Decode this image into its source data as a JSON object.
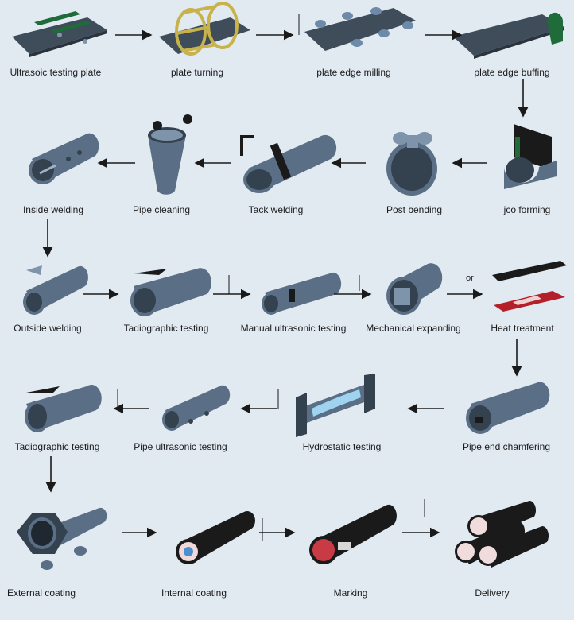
{
  "steps": [
    {
      "label": "Ultrasoic testing plate"
    },
    {
      "label": "plate turning"
    },
    {
      "label": "plate edge milling"
    },
    {
      "label": "plate edge buffing"
    },
    {
      "label": "jco forming"
    },
    {
      "label": "Post bending"
    },
    {
      "label": "Tack welding"
    },
    {
      "label": "Pipe cleaning"
    },
    {
      "label": "Inside welding"
    },
    {
      "label": "Outside welding"
    },
    {
      "label": "Tadiographic testing"
    },
    {
      "label": "Manual ultrasonic testing"
    },
    {
      "label": "Mechanical expanding"
    },
    {
      "label": "Heat treatment"
    },
    {
      "label": "Pipe end chamfering"
    },
    {
      "label": "Hydrostatic testing"
    },
    {
      "label": "Pipe ultrasonic testing"
    },
    {
      "label": "Tadiographic testing"
    },
    {
      "label": "External coating"
    },
    {
      "label": "Internal coating"
    },
    {
      "label": "Marking"
    },
    {
      "label": "Delivery"
    }
  ],
  "or_label": "or",
  "colors": {
    "background": "#e1e9f1",
    "steel": "#5a6f85",
    "plate": "#3f4c5a",
    "coating": "#1a1a1a",
    "red_inner": "#b3202a",
    "frame": "#c8b34a",
    "green": "#1f6b3a",
    "water": "#9fd4f0"
  }
}
